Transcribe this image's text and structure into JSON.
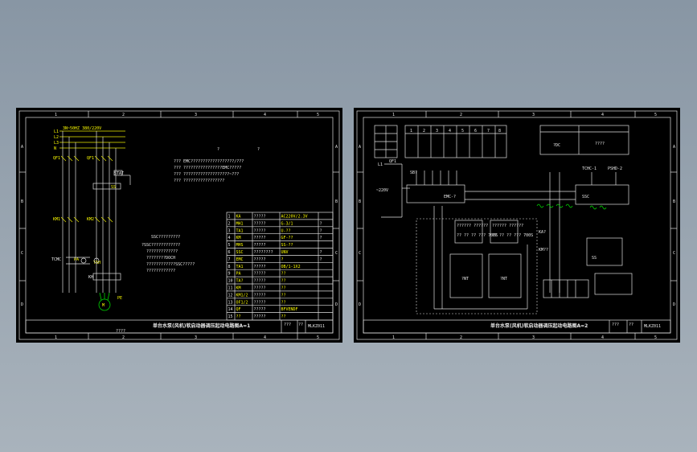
{
  "sheet1": {
    "power_label": "3N~50HZ 380/220V",
    "phases": [
      "L1",
      "L2",
      "L3",
      "N"
    ],
    "labels": {
      "qf1": "QF1",
      "qf2": "QF1",
      "stat": "STAT",
      "ss": "SS",
      "km1": "KM1",
      "km2": "KM2",
      "pa": "PA",
      "tah": "TAH",
      "tcmc": "TCMC",
      "kh": "KH",
      "m": "M",
      "pe": "PE"
    },
    "qmarks": [
      "?",
      "?"
    ],
    "notes": [
      "??? EMC??????????????????/???",
      "??? ????????????????EMC?????",
      "??? ???????????????????~???",
      "??? ?????????????????"
    ],
    "ssc_title": "SSC?????????",
    "ssc_lines": [
      "?SSC????????????",
      "?????????????",
      "????????DOCH",
      "????????????SSC?????",
      "????????????"
    ],
    "parts_table": [
      [
        "1",
        "KA",
        "?????",
        "AC220V/2.3V",
        ""
      ],
      [
        "2",
        "MH1",
        "?????",
        "G-3/1",
        "?"
      ],
      [
        "3",
        "TA1",
        "?????",
        "U-??",
        "?"
      ],
      [
        "4",
        "KM",
        "?????",
        "GF-??",
        "?"
      ],
      [
        "5",
        "MHS",
        "?????",
        "SS-??",
        ""
      ],
      [
        "6",
        "SSC",
        "????????",
        "UNV",
        "?"
      ],
      [
        "7",
        "EMC",
        "?????",
        "?",
        "?"
      ],
      [
        "8",
        "TA1",
        "?????",
        "OB/1-1X2",
        ""
      ],
      [
        "9",
        "PA",
        "?????",
        "??",
        ""
      ],
      [
        "10",
        "TA?",
        "?????",
        "??",
        ""
      ],
      [
        "11",
        "KM",
        "?????",
        "??",
        ""
      ],
      [
        "12",
        "KM1/2",
        "?????",
        "??",
        ""
      ],
      [
        "13",
        "OF1/2",
        "?????",
        "??",
        ""
      ],
      [
        "14",
        "QF",
        "?????",
        "BFVENDF",
        ""
      ],
      [
        "15",
        "??",
        "?????",
        "??",
        ""
      ]
    ],
    "col_letters": [
      "A",
      "B",
      "C",
      "D"
    ],
    "col_numbers": [
      "1",
      "2",
      "3",
      "4",
      "5"
    ],
    "title": "单台水泵(风机)软启动器调压起动电路图A=1",
    "drawing_no": "MLKZ011",
    "small_cells": [
      "???",
      "??"
    ],
    "designer": "????"
  },
  "sheet2": {
    "labels": {
      "l1": "L1",
      "qf1": "QF1",
      "v220": "~220V",
      "sb": "SB?",
      "emc": "EMC-?",
      "ssc": "SSC",
      "tchc": "TCHC-1",
      "pshd": "PSHD-2",
      "kaf": "KA?",
      "km": "KM??",
      "ss": "SS",
      "unt1": "?NT",
      "unt2": "?NT"
    },
    "table_top": [
      "1",
      "2",
      "3",
      "4",
      "5",
      "6",
      "7",
      "8"
    ],
    "table_right": [
      "?DC",
      "????"
    ],
    "box_labels": [
      "?????? ??????",
      "?????? ??????"
    ],
    "box_values": [
      "?? ?? ?? ??? 700S",
      "?? ?? ?? ??? 700S"
    ],
    "col_letters": [
      "A",
      "B",
      "C",
      "D"
    ],
    "col_numbers": [
      "1",
      "2",
      "3",
      "4",
      "5"
    ],
    "title": "单台水泵(风机)软启动器调压起动电路图A=2",
    "drawing_no": "MLKZ011",
    "small_cells": [
      "???",
      "??"
    ]
  }
}
